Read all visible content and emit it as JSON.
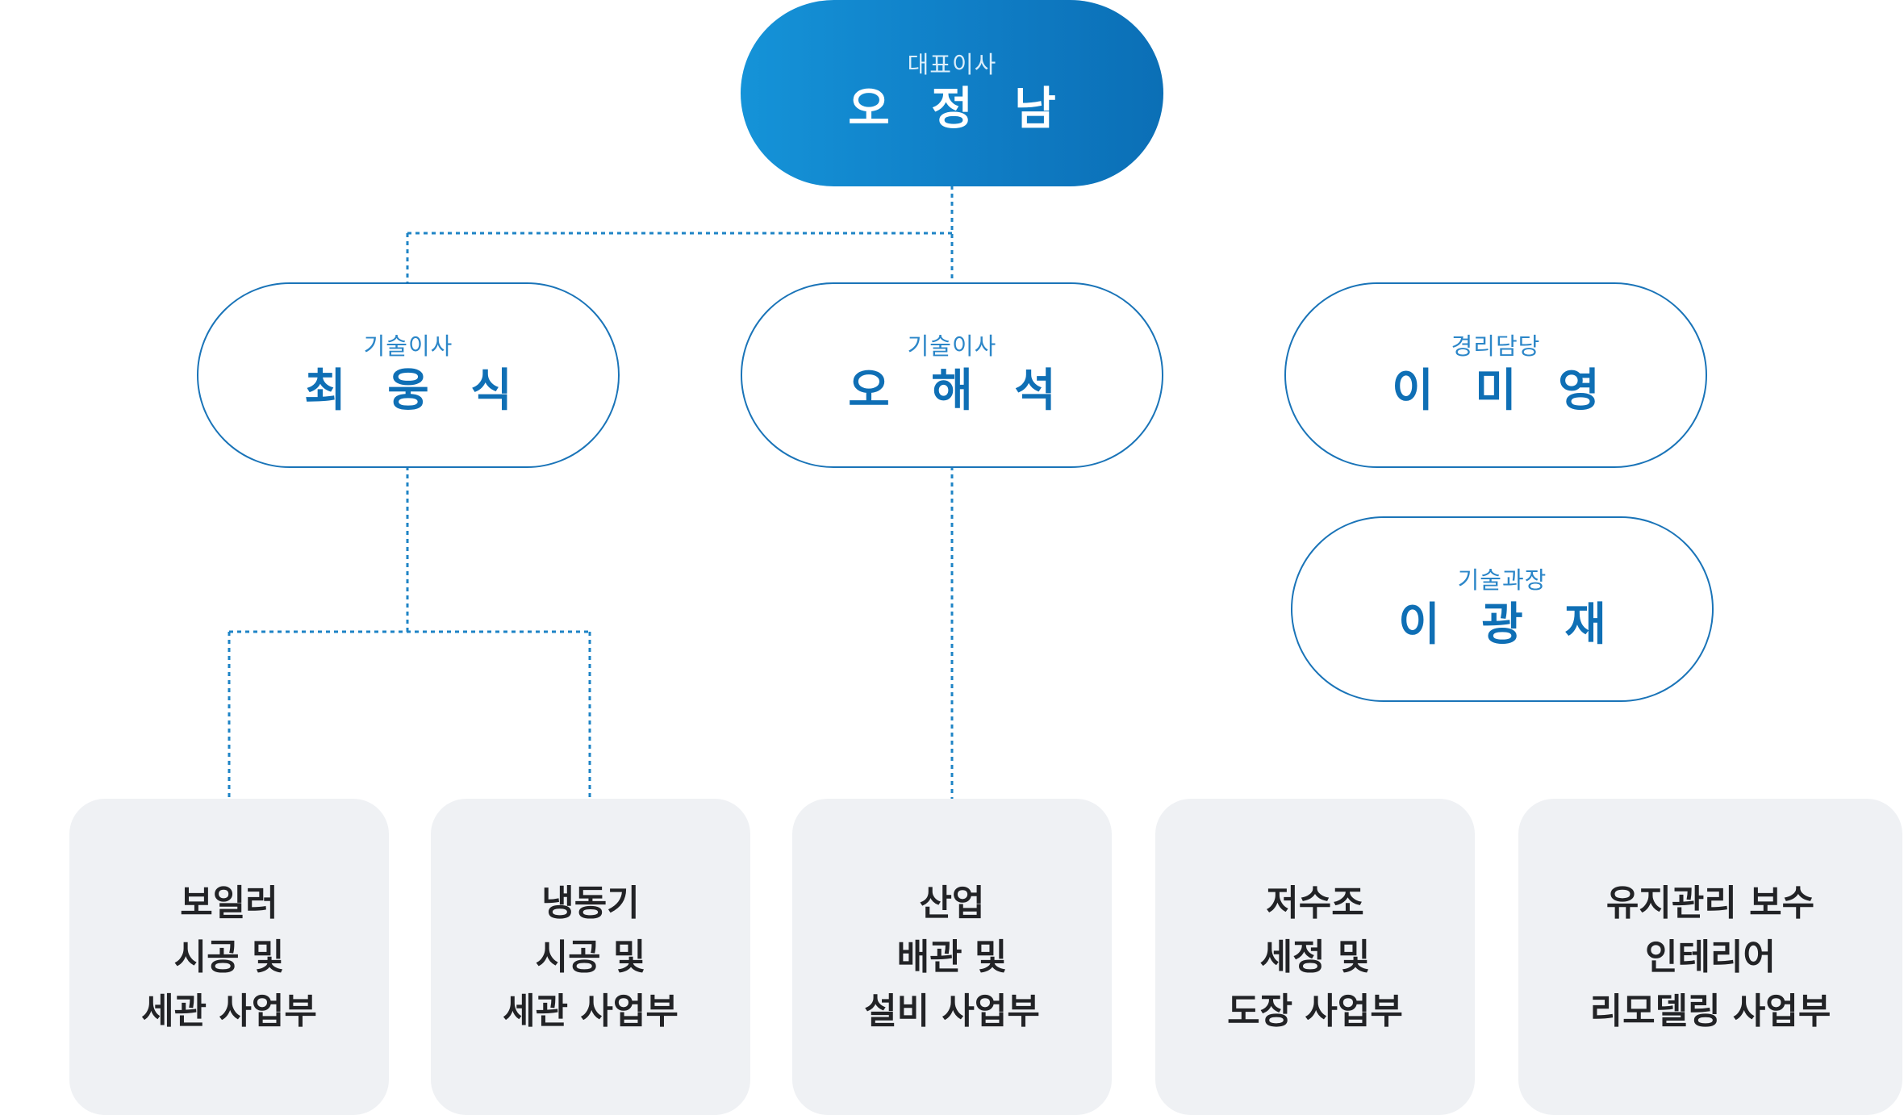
{
  "ceo": {
    "role": "대표이사",
    "name": "오 정 남"
  },
  "directors": [
    {
      "role": "기술이사",
      "name": "최 웅 식"
    },
    {
      "role": "기술이사",
      "name": "오 해 석"
    },
    {
      "role": "경리담당",
      "name": "이 미 영"
    },
    {
      "role": "기술과장",
      "name": "이 광 재"
    }
  ],
  "divisions": [
    {
      "lines": [
        "보일러",
        "시공 및",
        "세관 사업부"
      ]
    },
    {
      "lines": [
        "냉동기",
        "시공 및",
        "세관 사업부"
      ]
    },
    {
      "lines": [
        "산업",
        "배관 및",
        "설비 사업부"
      ]
    },
    {
      "lines": [
        "저수조",
        "세정 및",
        "도장 사업부"
      ]
    },
    {
      "lines": [
        "유지관리 보수",
        "인테리어",
        "리모델링 사업부"
      ]
    }
  ],
  "colors": {
    "primary": "#0f7cc4",
    "outline": "#1a74b8",
    "box_bg": "#eff1f4",
    "connector": "#1f84c6"
  }
}
